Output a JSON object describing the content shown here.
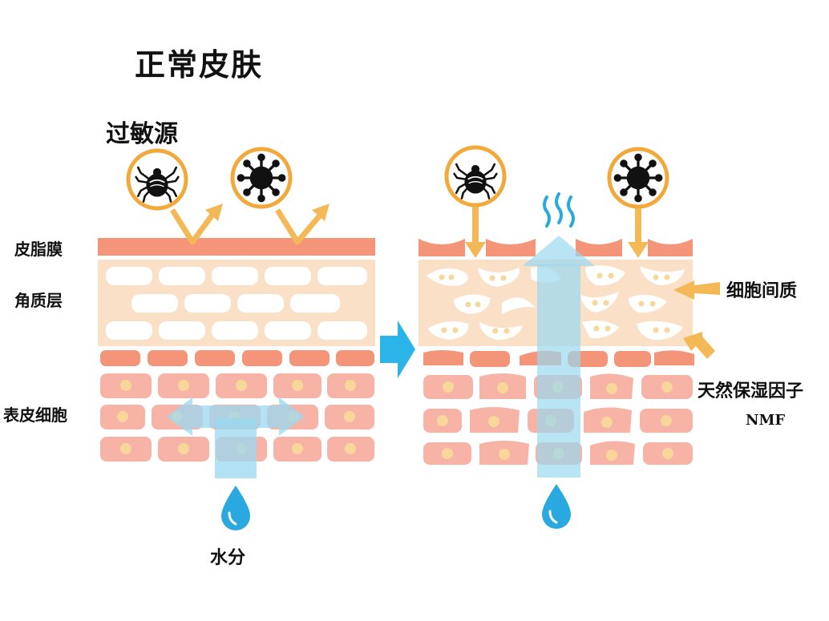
{
  "title": "正常皮肤",
  "allergen_label": "过敏源",
  "layers": {
    "sebum": "皮脂膜",
    "stratum_corneum": "角质层",
    "epidermal_cells": "表皮细胞"
  },
  "annotations": {
    "intercellular": "细胞间质",
    "nmf": "天然保湿因子",
    "nmf_abbr": "NMF"
  },
  "water_label": "水分",
  "colors": {
    "sebum": "#f4957a",
    "corneum_bg": "#fbe0c8",
    "cell_pink": "#f7b3a6",
    "cell_orange": "#f4957a",
    "nucleus": "#f9d79a",
    "ring": "#f3a93a",
    "arrow_orange": "#f5b856",
    "water": "#9ad8f0",
    "drop": "#29a9df",
    "transition_arrow": "#2bb4e8"
  },
  "icons": [
    "mite-icon",
    "virus-icon",
    "water-drop-icon",
    "steam-icon",
    "arrow-right-icon"
  ]
}
